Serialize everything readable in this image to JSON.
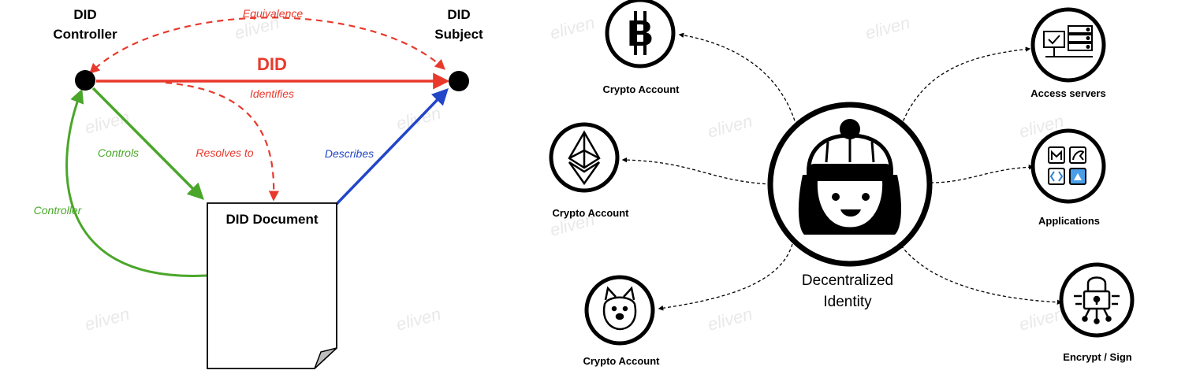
{
  "left": {
    "controller_label": [
      "DID",
      "Controller"
    ],
    "subject_label": [
      "DID",
      "Subject"
    ],
    "did_label": "DID",
    "identifies": "Identifies",
    "equivalence": "Equivalence",
    "controls": "Controls",
    "resolves_to": "Resolves to",
    "describes": "Describes",
    "controller_edge": "Controller",
    "document": "DID Document",
    "colors": {
      "red": "#e8392c",
      "green": "#4aa62a",
      "blue": "#2345c8",
      "black": "#000000"
    }
  },
  "right": {
    "center_label": [
      "Decentralized",
      "Identity"
    ],
    "nodes": [
      {
        "id": "bitcoin",
        "label": "Crypto Account",
        "icon": "bitcoin-icon"
      },
      {
        "id": "ethereum",
        "label": "Crypto Account",
        "icon": "ethereum-icon"
      },
      {
        "id": "doge",
        "label": "Crypto Account",
        "icon": "dog-icon"
      },
      {
        "id": "servers",
        "label": "Access servers",
        "icon": "server-icon"
      },
      {
        "id": "apps",
        "label": "Applications",
        "icon": "apps-icon"
      },
      {
        "id": "encrypt",
        "label": "Encrypt / Sign",
        "icon": "lock-circuit-icon"
      }
    ]
  },
  "watermark": "eliven"
}
